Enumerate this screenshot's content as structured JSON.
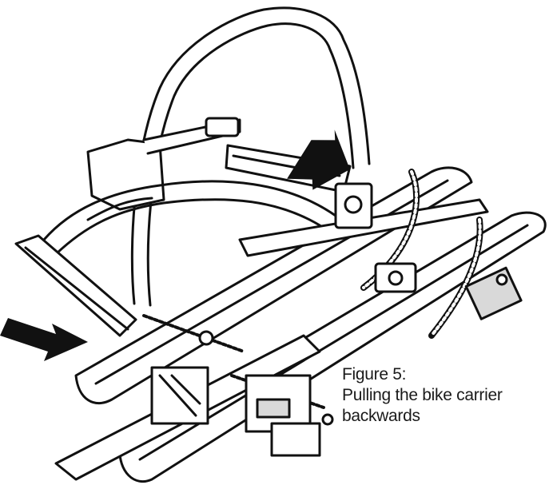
{
  "figure": {
    "caption_line1": "Figure 5:",
    "caption_line2": "Pulling the bike carrier",
    "caption_line3": "backwards",
    "colors": {
      "ink": "#111111",
      "paper": "#ffffff",
      "metal_shade": "#d9d9d9",
      "arrow_fill": "#111111"
    },
    "icons": [
      "direction-arrow-left",
      "direction-arrow-right"
    ]
  }
}
